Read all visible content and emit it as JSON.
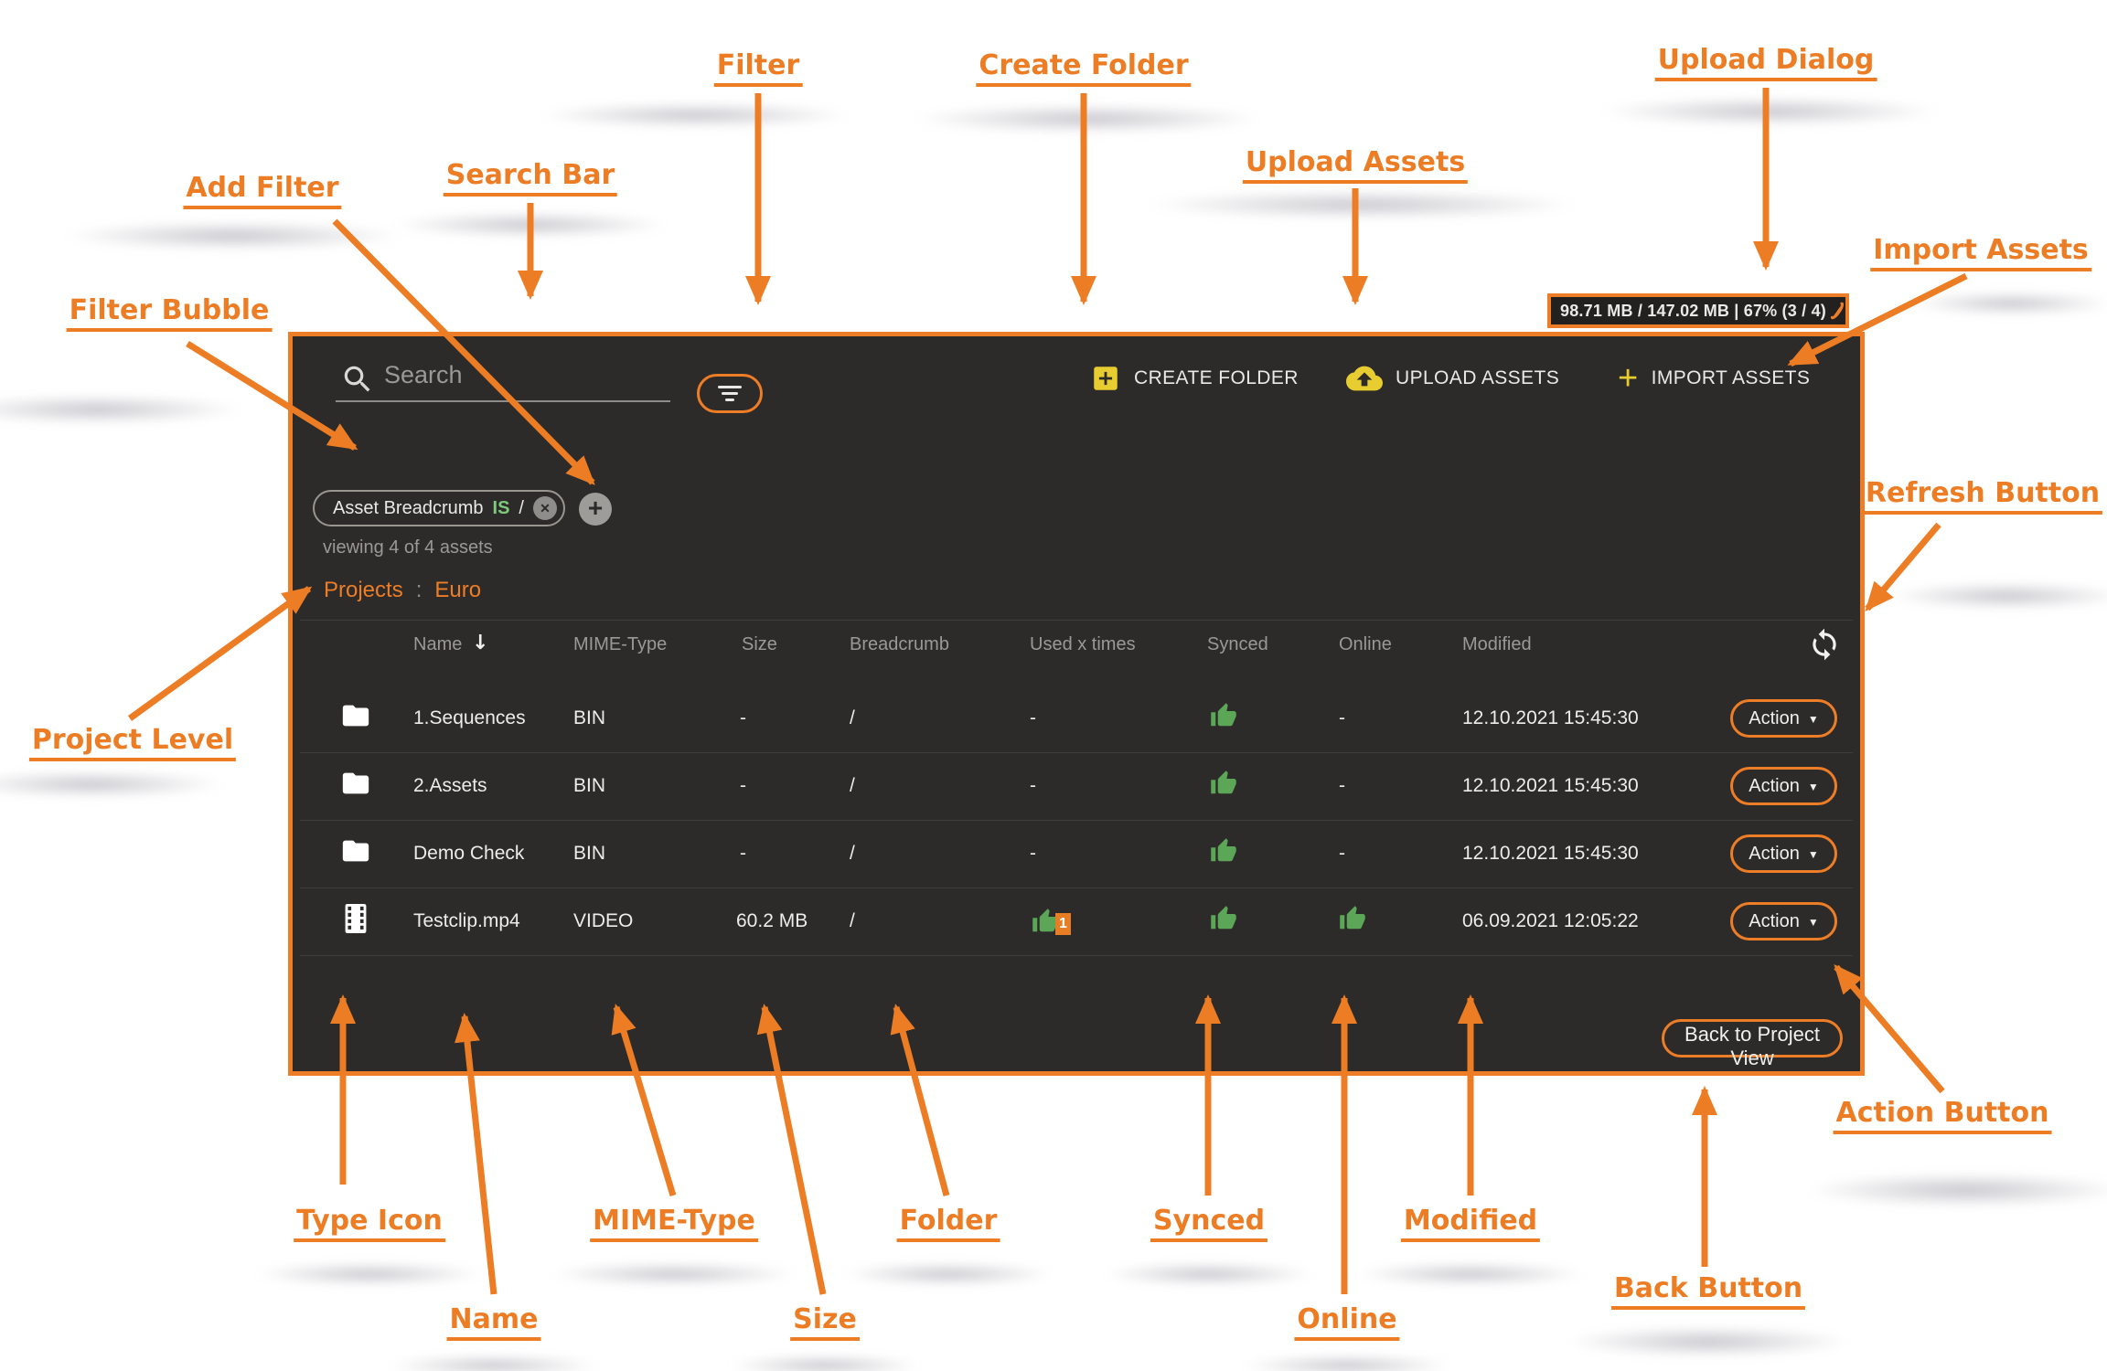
{
  "ann": {
    "filter": "Filter",
    "create_folder": "Create Folder",
    "upload_dialog": "Upload Dialog",
    "search_bar": "Search Bar",
    "upload_assets": "Upload Assets",
    "add_filter": "Add Filter",
    "import_assets": "Import Assets",
    "filter_bubble": "Filter Bubble",
    "refresh_button": "Refresh Button",
    "project_level": "Project Level",
    "type_icon": "Type Icon",
    "name": "Name",
    "mime_type": "MIME-Type",
    "size": "Size",
    "folder": "Folder",
    "synced": "Synced",
    "online": "Online",
    "modified": "Modified",
    "back_button": "Back Button",
    "action_button": "Action Button"
  },
  "badge": {
    "text": "98.71 MB / 147.02 MB | 67% (3 / 4)"
  },
  "search": {
    "placeholder": "Search"
  },
  "toolbar": {
    "create_folder": "CREATE FOLDER",
    "upload_assets": "UPLOAD ASSETS",
    "import_assets": "IMPORT ASSETS"
  },
  "filter_chip": {
    "field": "Asset Breadcrumb",
    "operator": "IS",
    "value": "/"
  },
  "viewing_text": "viewing 4 of 4 assets",
  "breadcrumb": {
    "root": "Projects",
    "separator": ":",
    "current": "Euro"
  },
  "table": {
    "columns": [
      "Name",
      "MIME-Type",
      "Size",
      "Breadcrumb",
      "Used x times",
      "Synced",
      "Online",
      "Modified"
    ],
    "sort_arrow": "↓",
    "action_label": "Action",
    "rows": [
      {
        "name": "1.Sequences",
        "mime": "BIN",
        "size": "-",
        "breadcrumb": "/",
        "used": "-",
        "online": "-",
        "modified": "12.10.2021 15:45:30"
      },
      {
        "name": "2.Assets",
        "mime": "BIN",
        "size": "-",
        "breadcrumb": "/",
        "used": "-",
        "online": "-",
        "modified": "12.10.2021 15:45:30"
      },
      {
        "name": "Demo Check",
        "mime": "BIN",
        "size": "-",
        "breadcrumb": "/",
        "used": "-",
        "online": "-",
        "modified": "12.10.2021 15:45:30"
      },
      {
        "name": "Testclip.mp4",
        "mime": "VIDEO",
        "size": "60.2 MB",
        "breadcrumb": "/",
        "used_count": "1",
        "modified": "06.09.2021 12:05:22"
      }
    ]
  },
  "back_button": "Back to Project View",
  "colors": {
    "accent": "#ED7D26",
    "annotation": "#EC7D24",
    "green": "#5BA757",
    "yellow": "#E8CD30"
  }
}
